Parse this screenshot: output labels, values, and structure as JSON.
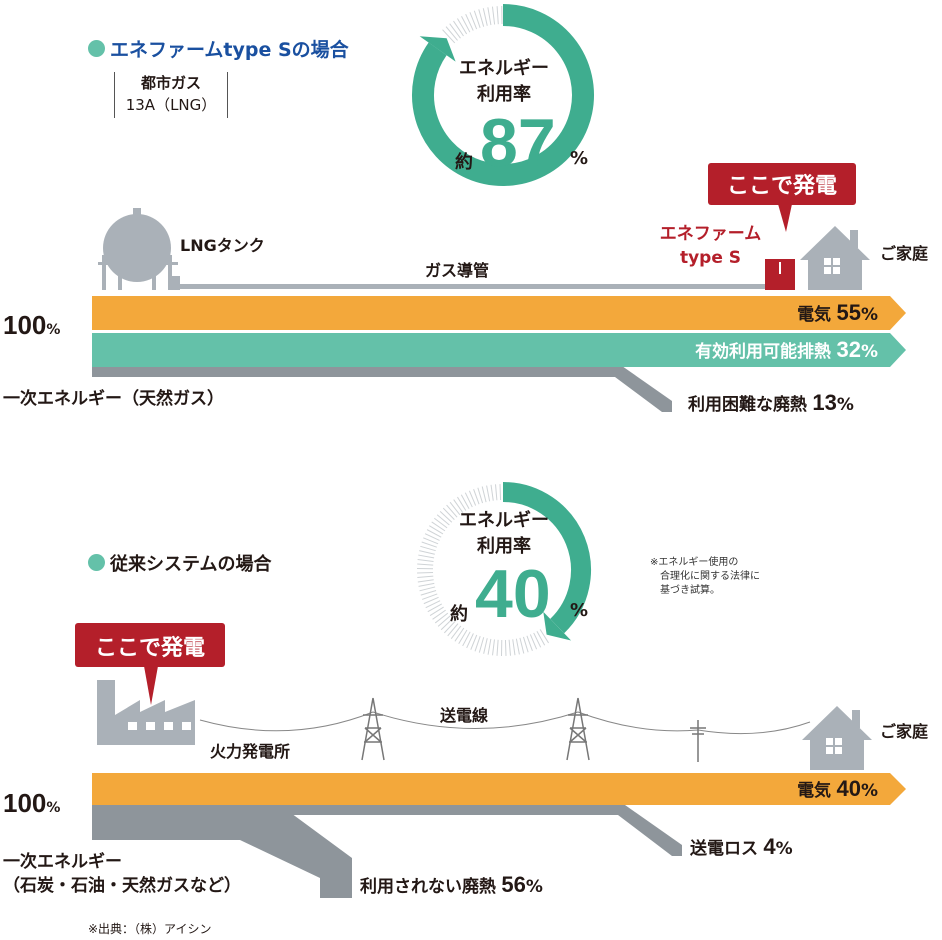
{
  "colors": {
    "teal": "#3fad8f",
    "light_teal": "#64c1a9",
    "orange": "#f3a83b",
    "gray": "#8e959b",
    "light_gray": "#aab1b8",
    "red": "#b41f2a",
    "blue": "#1a50a0"
  },
  "top": {
    "title": "エネファームtype Sの場合",
    "fuel_line1": "都市ガス",
    "fuel_line2": "13A（LNG）",
    "ring": {
      "label1": "エネルギー",
      "label2": "利用率",
      "prefix": "約",
      "value": "87",
      "unit": "%",
      "percent": 87
    },
    "callout": "ここで発電",
    "tank_label": "LNGタンク",
    "pipe_label": "ガス導管",
    "unit_label1": "エネファーム",
    "unit_label2": "type S",
    "home_label": "ご家庭",
    "input_value": "100",
    "input_unit": "%",
    "input_label": "一次エネルギー（天然ガス）",
    "flows": [
      {
        "label": "電気",
        "value": "55",
        "unit": "%"
      },
      {
        "label": "有効利用可能排熱",
        "value": "32",
        "unit": "%"
      },
      {
        "label": "利用困難な廃熱",
        "value": "13",
        "unit": "%"
      }
    ]
  },
  "bottom": {
    "title": "従来システムの場合",
    "ring": {
      "label1": "エネルギー",
      "label2": "利用率",
      "prefix": "約",
      "value": "40",
      "unit": "%",
      "percent": 40
    },
    "note_line1": "※エネルギー使用の",
    "note_line2": "合理化に関する法律に",
    "note_line3": "基づき試算。",
    "callout": "ここで発電",
    "plant_label": "火力発電所",
    "line_label": "送電線",
    "home_label": "ご家庭",
    "input_value": "100",
    "input_unit": "%",
    "input_label1": "一次エネルギー",
    "input_label2": "（石炭・石油・天然ガスなど）",
    "flows": [
      {
        "label": "電気",
        "value": "40",
        "unit": "%"
      },
      {
        "label": "送電ロス",
        "value": "4",
        "unit": "%"
      },
      {
        "label": "利用されない廃熱",
        "value": "56",
        "unit": "%"
      }
    ]
  },
  "source": "※出典：（株）アイシン"
}
